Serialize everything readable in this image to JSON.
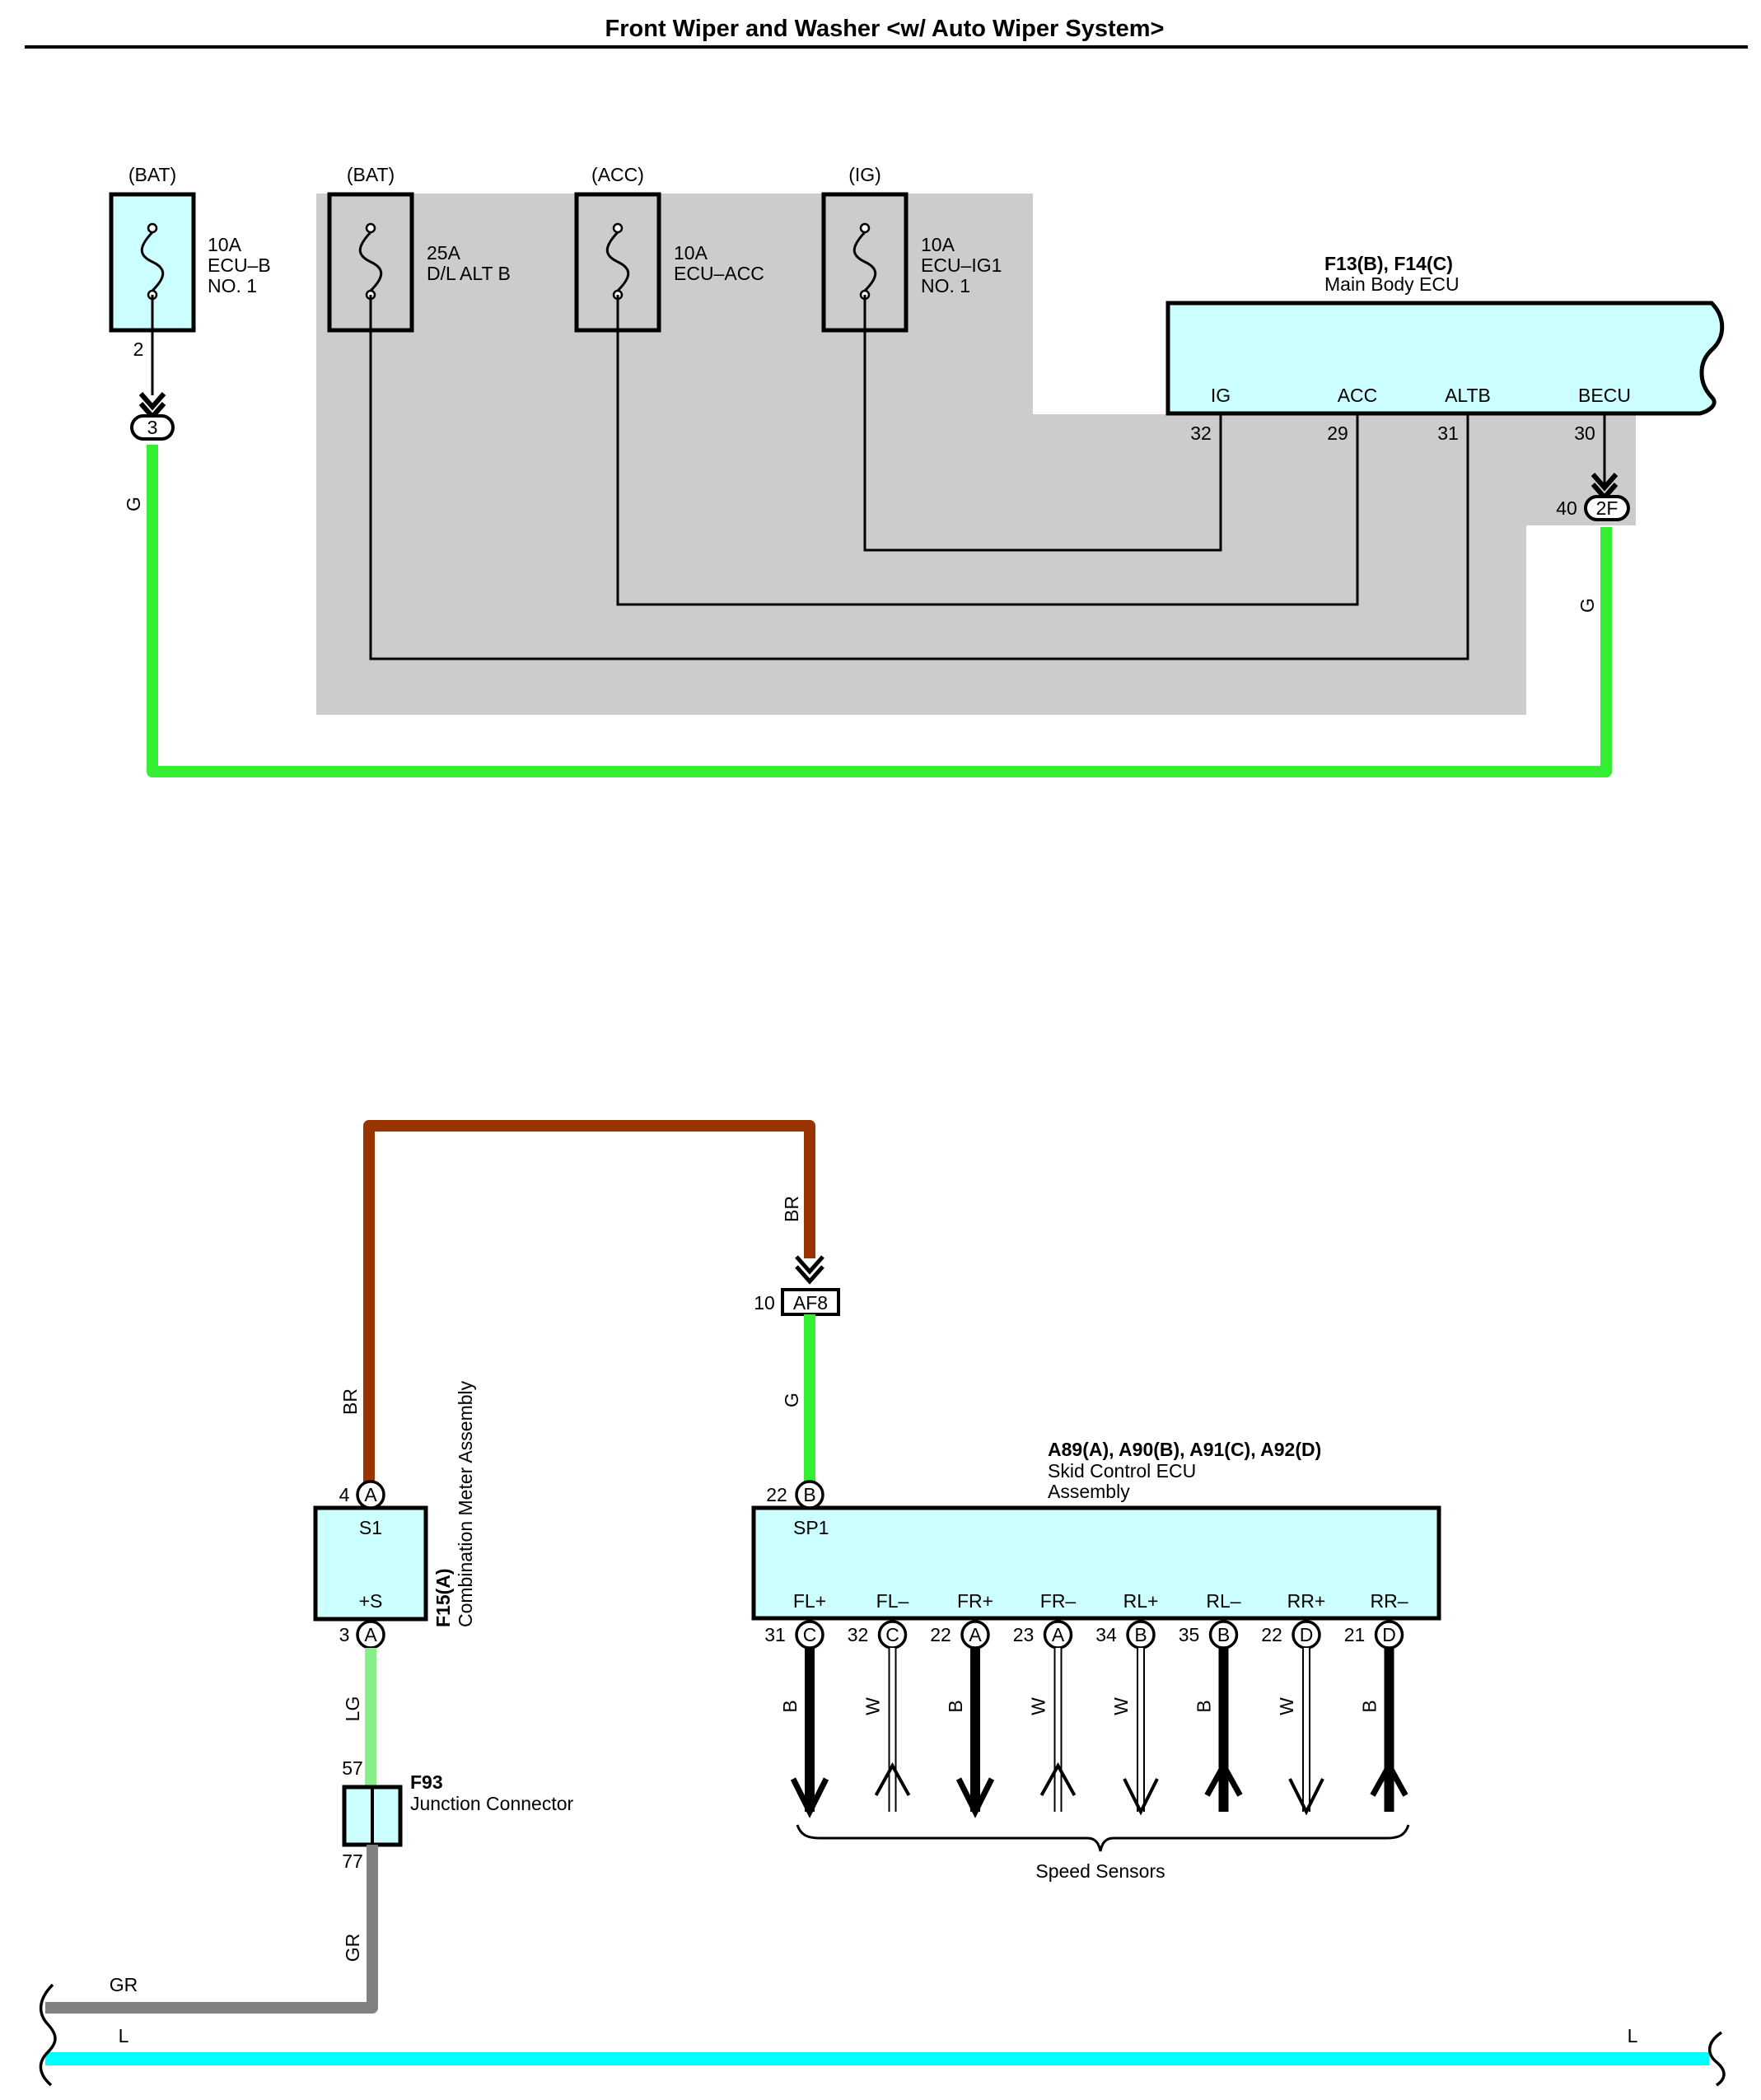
{
  "title": "Front Wiper and Washer <w/ Auto Wiper System>",
  "fuses": [
    {
      "source": "(BAT)",
      "lines": [
        "10A",
        "ECU–B",
        "NO. 1"
      ],
      "pin": "2"
    },
    {
      "source": "(BAT)",
      "lines": [
        "25A",
        "D/L ALT B"
      ]
    },
    {
      "source": "(ACC)",
      "lines": [
        "10A",
        "ECU–ACC"
      ]
    },
    {
      "source": "(IG)",
      "lines": [
        "10A",
        "ECU–IG1",
        "NO. 1"
      ]
    }
  ],
  "main_body_ecu": {
    "code": "F13(B), F14(C)",
    "name": "Main Body ECU",
    "terminals": [
      {
        "label": "IG",
        "pin": "32"
      },
      {
        "label": "ACC",
        "pin": "29"
      },
      {
        "label": "ALTB",
        "pin": "31"
      },
      {
        "label": "BECU",
        "pin": "30"
      }
    ]
  },
  "connectors": {
    "c3": "3",
    "c2f": "2F",
    "c2f_pin": "40",
    "af8": "AF8",
    "af8_pin": "10"
  },
  "wire_colors": {
    "g": "G",
    "br": "BR",
    "lg": "LG",
    "gr": "GR",
    "l": "L",
    "b": "B",
    "w": "W"
  },
  "combination_meter": {
    "code": "F15(A)",
    "name": "Combination Meter Assembly",
    "terminals": [
      {
        "label": "S1",
        "pin": "4",
        "conn": "A"
      },
      {
        "label": "+S",
        "pin": "3",
        "conn": "A"
      }
    ]
  },
  "junction_connector": {
    "code": "F93",
    "name": "Junction Connector",
    "pins": [
      "57",
      "77"
    ]
  },
  "skid_control_ecu": {
    "code": "A89(A), A90(B), A91(C), A92(D)",
    "name_lines": [
      "Skid Control ECU",
      "Assembly"
    ],
    "sp1": {
      "label": "SP1",
      "pin": "22",
      "conn": "B"
    },
    "terminals": [
      {
        "label": "FL+",
        "pin": "31",
        "conn": "C",
        "wire": "B"
      },
      {
        "label": "FL–",
        "pin": "32",
        "conn": "C",
        "wire": "W"
      },
      {
        "label": "FR+",
        "pin": "22",
        "conn": "A",
        "wire": "B"
      },
      {
        "label": "FR–",
        "pin": "23",
        "conn": "A",
        "wire": "W"
      },
      {
        "label": "RL+",
        "pin": "34",
        "conn": "B",
        "wire": "W"
      },
      {
        "label": "RL–",
        "pin": "35",
        "conn": "B",
        "wire": "B"
      },
      {
        "label": "RR+",
        "pin": "22",
        "conn": "D",
        "wire": "W"
      },
      {
        "label": "RR–",
        "pin": "21",
        "conn": "D",
        "wire": "B"
      }
    ]
  },
  "speed_sensors_label": "Speed Sensors",
  "colors": {
    "green": "#33ee33",
    "brown": "#993300",
    "light_green": "#88ee88",
    "gray": "#808080",
    "cyan": "#00ffff",
    "shade": "#cccccc",
    "component_fill": "#ccffff"
  }
}
